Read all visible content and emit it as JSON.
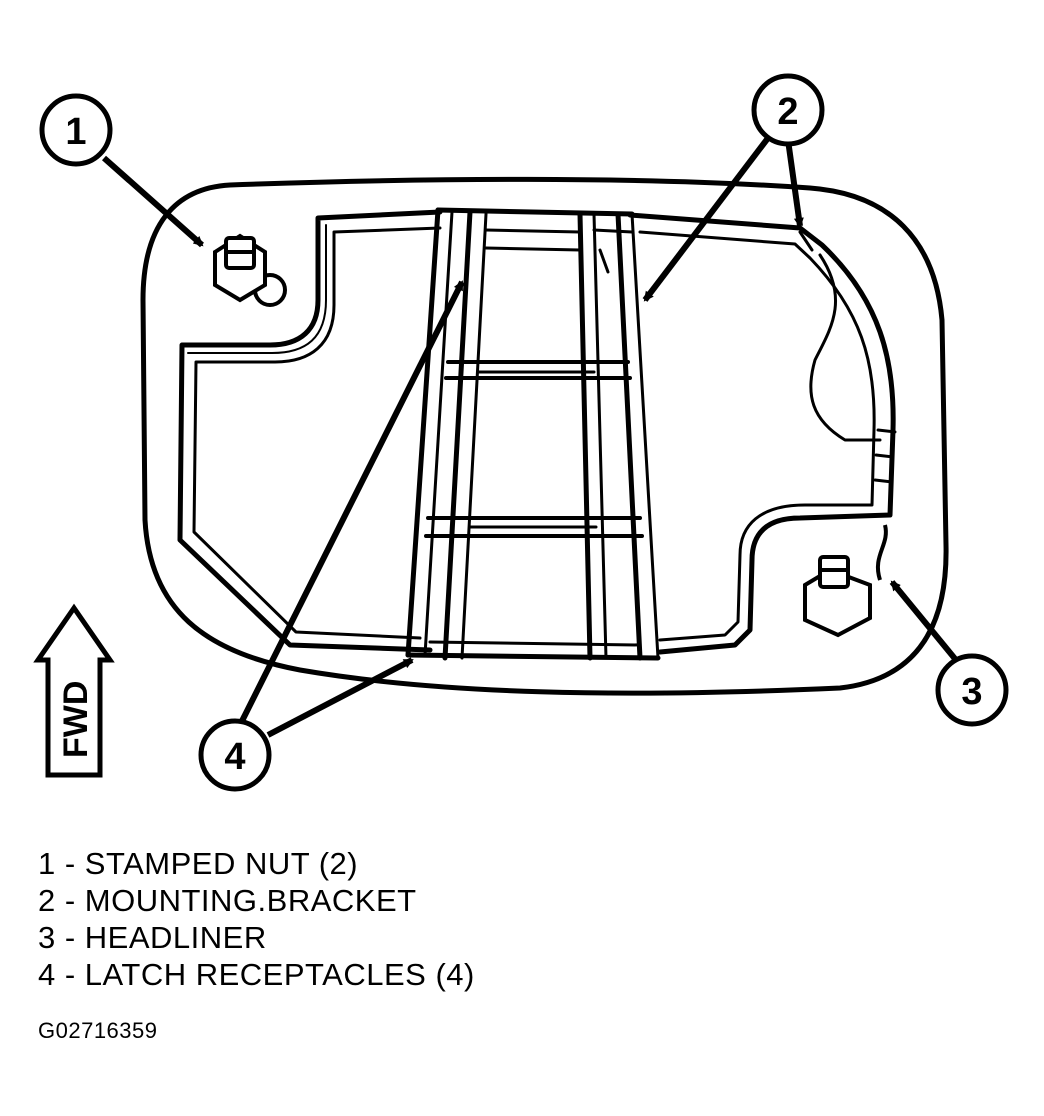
{
  "callouts": {
    "c1": "1",
    "c2": "2",
    "c3": "3",
    "c4": "4"
  },
  "fwd_label": "FWD",
  "legend": [
    "1 - STAMPED NUT (2)",
    "2 - MOUNTING.BRACKET",
    "3 - HEADLINER",
    "4 - LATCH RECEPTACLES (4)"
  ],
  "figure_id": "G02716359"
}
